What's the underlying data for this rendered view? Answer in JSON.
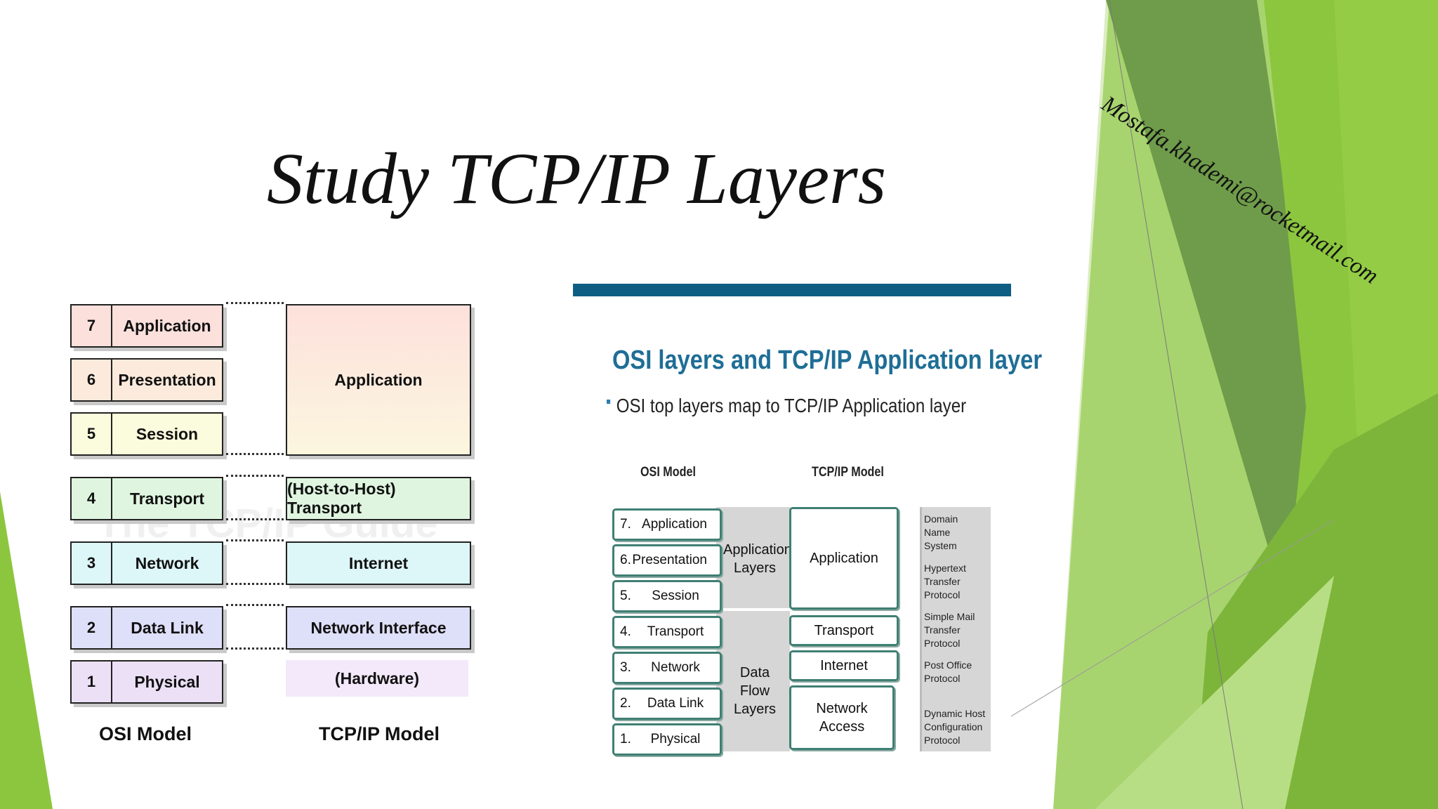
{
  "slide": {
    "title": "Study TCP/IP Layers",
    "author_email": "Mostafa.khademi@rocketmail.com",
    "theme_colors": {
      "green_light": "#a8d46f",
      "green_mid": "#8cc63e",
      "green_dark": "#5f8f3a"
    }
  },
  "left_diagram": {
    "watermark": "The TCP/IP Guide",
    "osi_caption": "OSI Model",
    "tcp_caption": "TCP/IP Model",
    "osi_layers": [
      {
        "num": "7",
        "name": "Application",
        "color": "#fbe0dc"
      },
      {
        "num": "6",
        "name": "Presentation",
        "color": "#fcebdc"
      },
      {
        "num": "5",
        "name": "Session",
        "color": "#fbfbdd"
      },
      {
        "num": "4",
        "name": "Transport",
        "color": "#dff5df"
      },
      {
        "num": "3",
        "name": "Network",
        "color": "#ddf6f8"
      },
      {
        "num": "2",
        "name": "Data Link",
        "color": "#dedff8"
      },
      {
        "num": "1",
        "name": "Physical",
        "color": "#ece0f7"
      }
    ],
    "tcp_layers": [
      {
        "name": "Application",
        "color": "#fde4dc"
      },
      {
        "name": "(Host-to-Host) Transport",
        "color": "#dff5df"
      },
      {
        "name": "Internet",
        "color": "#ddf6f8"
      },
      {
        "name": "Network Interface",
        "color": "#dedff8"
      },
      {
        "name": "(Hardware)",
        "color": "#f3e9fa"
      }
    ]
  },
  "right_slide": {
    "title": "OSI layers and TCP/IP Application layer",
    "bullet": "OSI top layers map to TCP/IP Application layer",
    "osi_header": "OSI Model",
    "tcp_header": "TCP/IP Model",
    "osi_layers": [
      {
        "num": "7.",
        "name": "Application"
      },
      {
        "num": "6.",
        "name": "Presentation"
      },
      {
        "num": "5.",
        "name": "Session"
      },
      {
        "num": "4.",
        "name": "Transport"
      },
      {
        "num": "3.",
        "name": "Network"
      },
      {
        "num": "2.",
        "name": "Data Link"
      },
      {
        "num": "1.",
        "name": "Physical"
      }
    ],
    "groups": {
      "upper": "Application Layers",
      "lower": "Data Flow Layers"
    },
    "tcp_layers": {
      "application": "Application",
      "transport": "Transport",
      "internet": "Internet",
      "network_access": "Network Access"
    },
    "protocols": [
      "Domain Name System",
      "Hypertext Transfer Protocol",
      "Simple Mail Transfer Protocol",
      "Post Office Protocol",
      "Dynamic Host Configuration Protocol"
    ]
  }
}
